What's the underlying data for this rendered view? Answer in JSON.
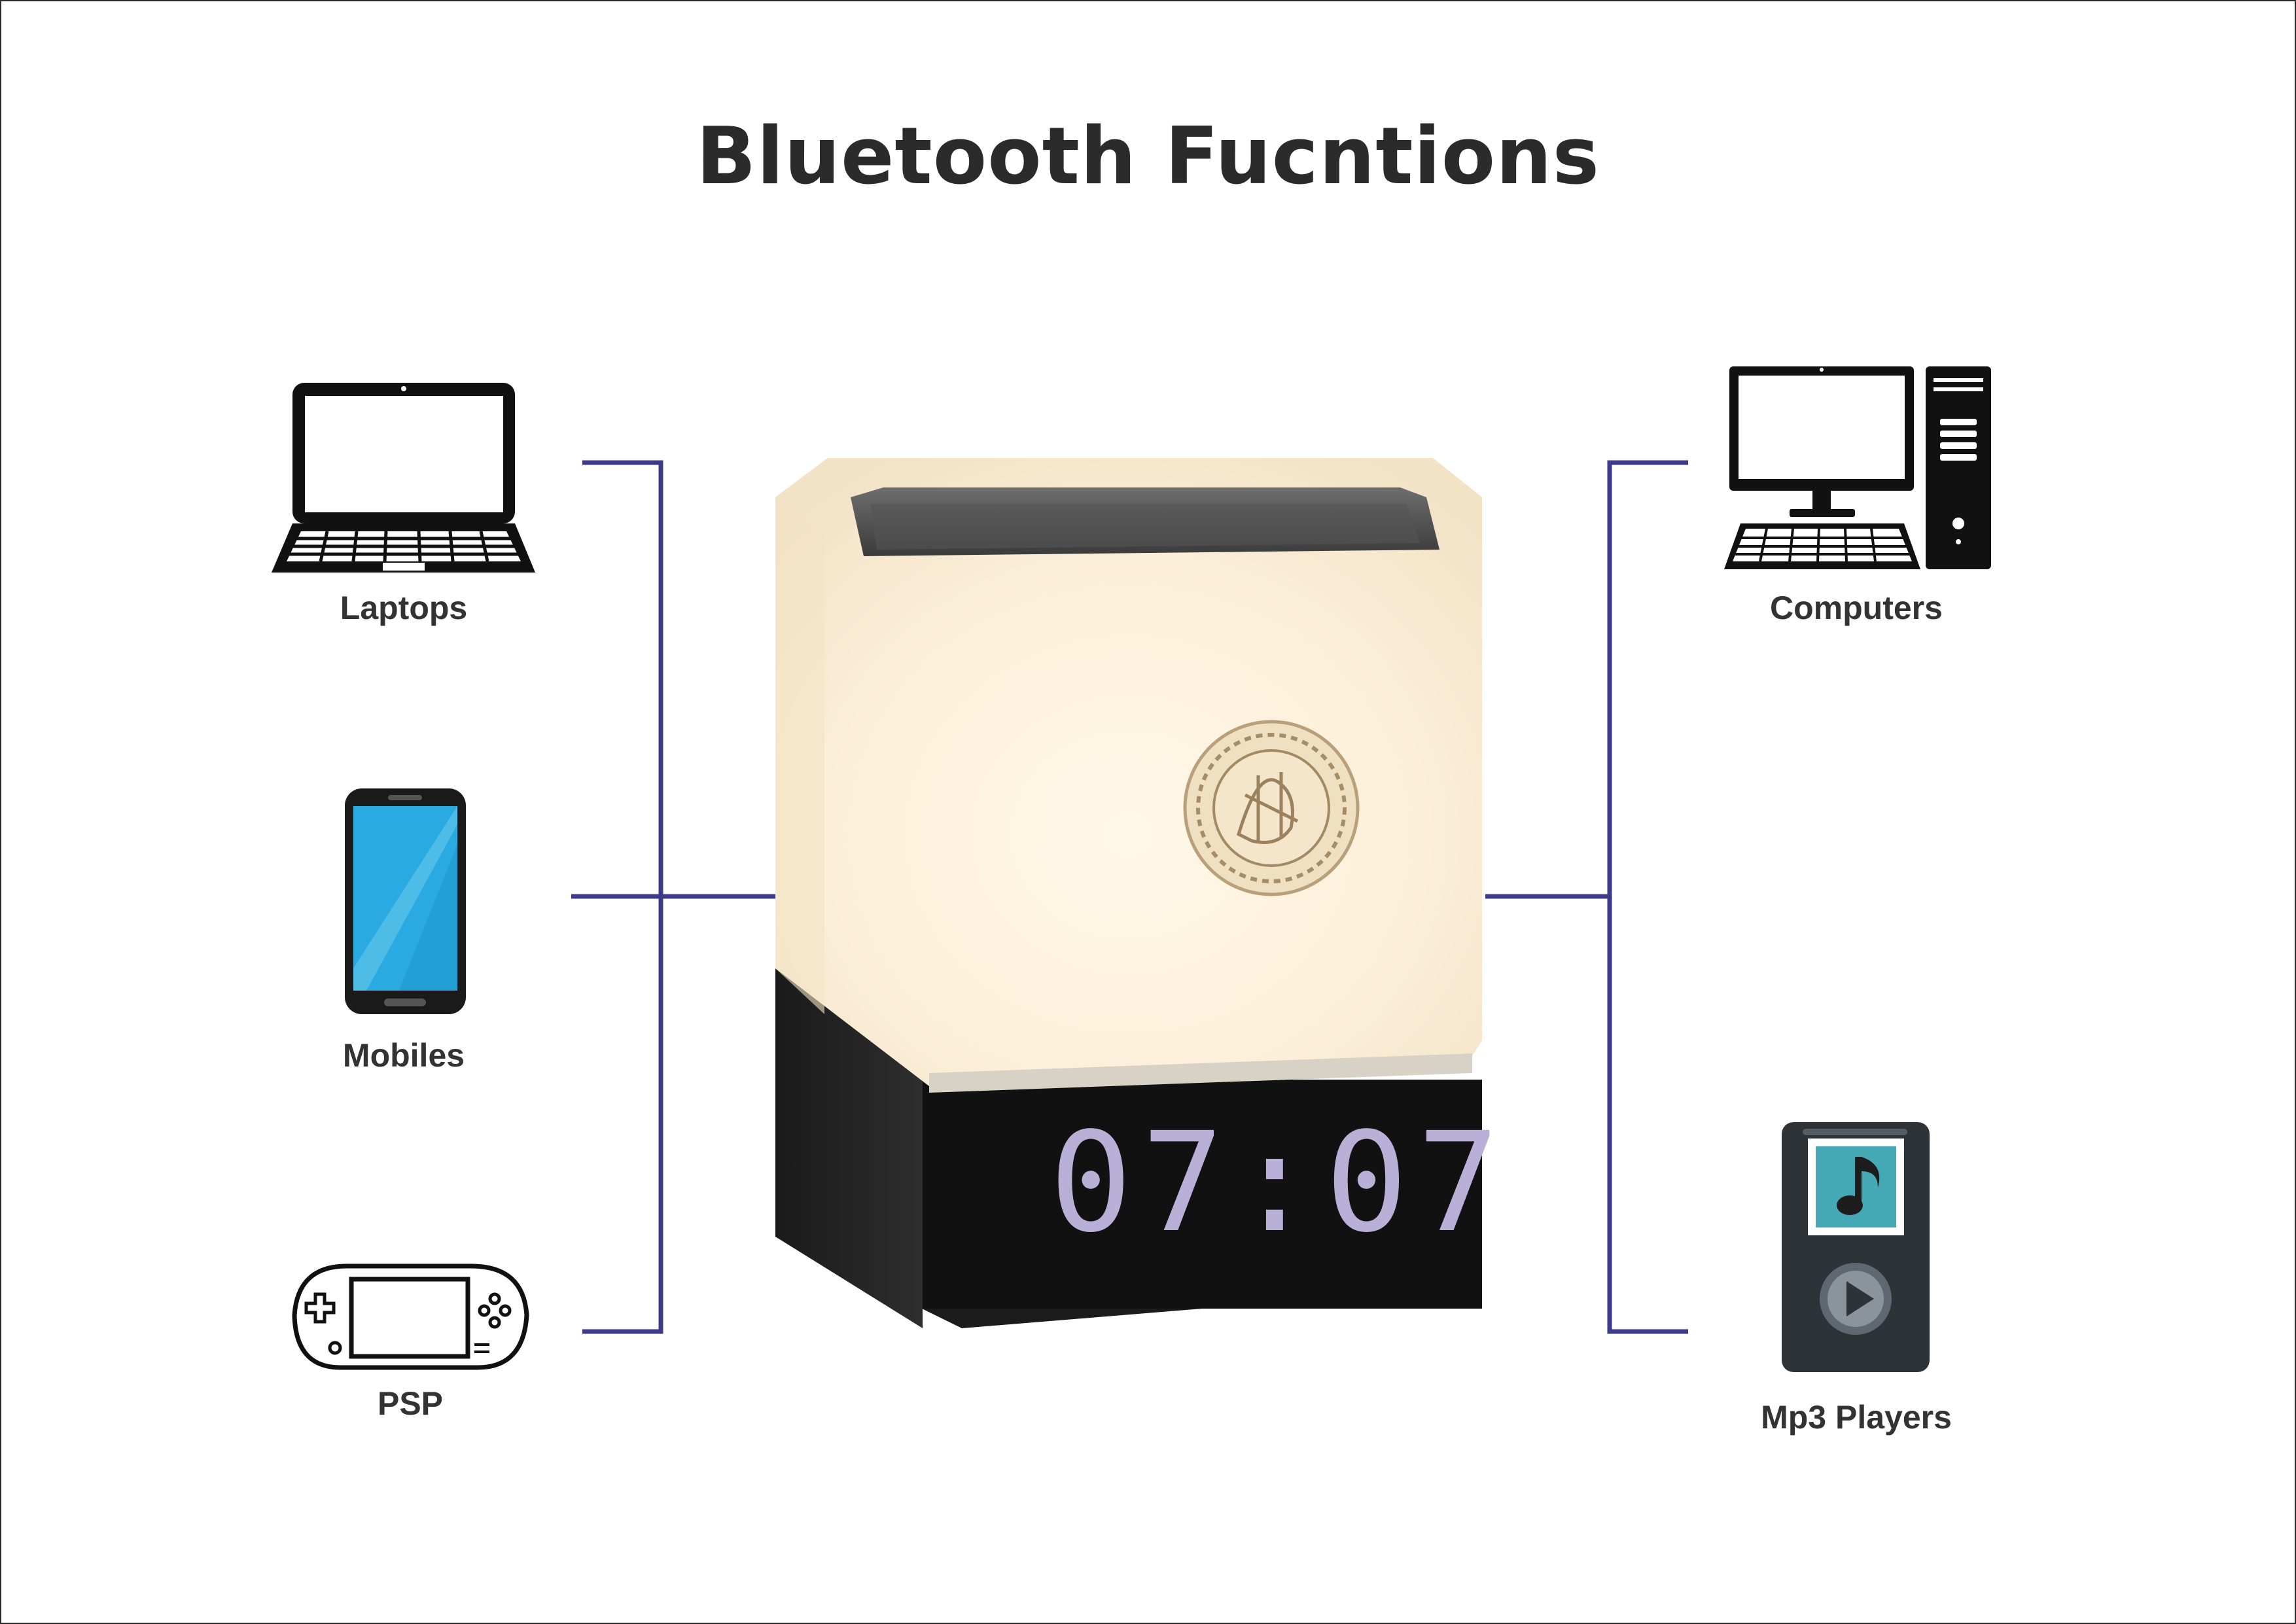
{
  "title": "Bluetooth Fucntions",
  "center_device": {
    "name": "quran-speaker-lamp",
    "clock_display": "07:07",
    "emblem": "quran-calligraphy-emblem"
  },
  "devices_left": [
    {
      "label": "Laptops",
      "icon": "laptop-icon"
    },
    {
      "label": "Mobiles",
      "icon": "mobile-phone-icon"
    },
    {
      "label": "PSP",
      "icon": "psp-console-icon"
    }
  ],
  "devices_right": [
    {
      "label": "Computers",
      "icon": "desktop-computer-icon"
    },
    {
      "label": "Mp3 Players",
      "icon": "mp3-player-icon"
    }
  ],
  "colors": {
    "connector": "#3b3b8a",
    "text": "#2b2b2b",
    "mobile_screen": "#29abe2",
    "mp3_screen": "#45a8b5"
  }
}
